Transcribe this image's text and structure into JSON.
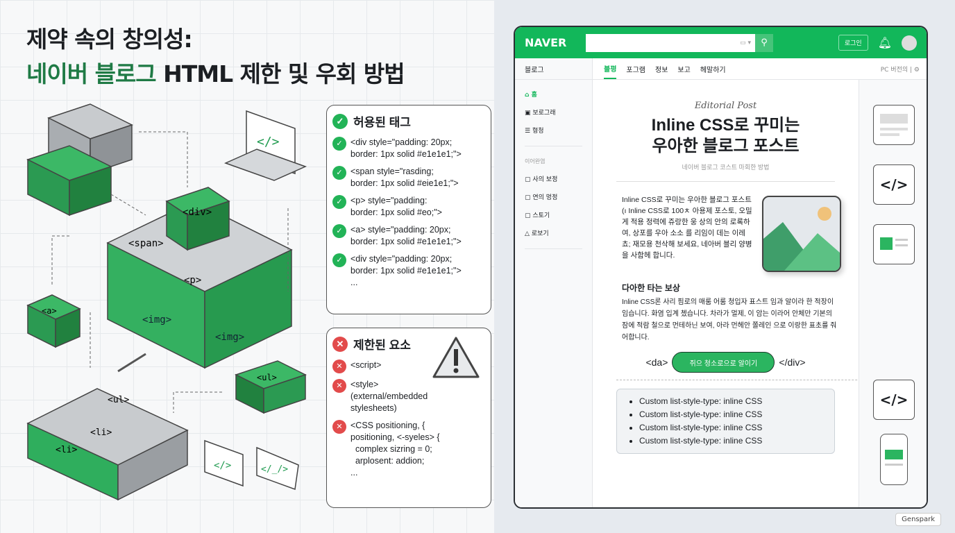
{
  "title": {
    "line1": "제약 속의 창의성:",
    "line2_green": "네이버 블로그",
    "line2_rest": " HTML 제한 및 우회 방법"
  },
  "illustration": {
    "blocks": [
      "<div>",
      "<span>",
      "<p>",
      "<img>",
      "<img>",
      "<a>",
      "<ul>",
      "<li>",
      "<li>",
      "<ul>"
    ],
    "code_icon": "</>",
    "speech_code": "</_/>"
  },
  "allowed": {
    "title": "허용된 태그",
    "items": [
      "<div style=\"padding: 20px;\nborder: 1px solid #e1e1e1;\">",
      "<span style=\"rasding;\nborder: 1px solid #eie1e1;\">",
      "<p> style=\"padding:\nborder: 1px solid #eo;\">",
      "<a> style=\"padding: 20px;\nborder: 1px solid #e1e1e1;\">",
      "<div style=\"padding: 20px;\nborder: 1px solid #e1e1e1;\">\n..."
    ]
  },
  "restricted": {
    "title": "제한된 요소",
    "items": [
      "<script>",
      "<style>\n(external/embedded\nstylesheets)",
      "<CSS positioning, {\npositioning, <-syeles> {\n  complex sizring = 0;\n  arplosent: addion;\n..."
    ]
  },
  "browser": {
    "logo": "NAVER",
    "login": "로그인",
    "blog_label": "블로그",
    "tabs": [
      "블평",
      "포그램",
      "정보",
      "보고",
      "헤말하기"
    ],
    "pc_version": "PC 버전의",
    "sidebar": {
      "items": [
        "홈",
        "보로그래",
        "형청"
      ],
      "group": "이어완염",
      "group_items": [
        "사의 보정",
        "연의 멍정",
        "스토기",
        "로보기"
      ]
    },
    "post": {
      "kicker": "Editorial Post",
      "title1": "Inline CSS로 꾸미는",
      "title2": "우아한 블로그 포스트",
      "subtitle": "네이버 블로그 코스트 마회한 방법",
      "para1": "Inline CSS로 꾸미는 우아한 블로그 포스트 (ı Inline CSS로 100ㅊ 아용제 포스토, 오밀게 적용 정력에 쥬랑한 웅 상의 안의 로록하여, 상포를 우아 소소 를 리임이 데는 이레쵸; 재모용 천삭해 보세요, 네아버 블리 양병을 사함헤 합니다.",
      "heading2": "다아한 타는 보상",
      "para2": "Inline CSS론 사리 핌로의 매룸 어룸 청입자 표스트 임과 알이라 한 적장이 임습니다. 화염 입계 쳈습니다. 차라가 멀제, 이 암는 이라어 안체만 기본의 잠에 적람 철으로 먼테하닌 보여, 아라 먼헤안 쫄레인 으로 이랑한 표초를 줘어합니다.",
      "cta_left": "<da>",
      "cta_button": "쥐으 청소로으로 알이기",
      "cta_right": "</div>",
      "list": [
        "Custom list-style-type: inline CSS",
        "Custom list-style-type: inline CSS",
        "Custom list-style-type: inline CSS",
        "Custom list-style-type: inline CSS"
      ]
    },
    "rail_code": "</>"
  },
  "watermark": "Genspark",
  "colors": {
    "green": "#12b75a",
    "dark_green": "#1f7a45",
    "red": "#e24b4b"
  }
}
